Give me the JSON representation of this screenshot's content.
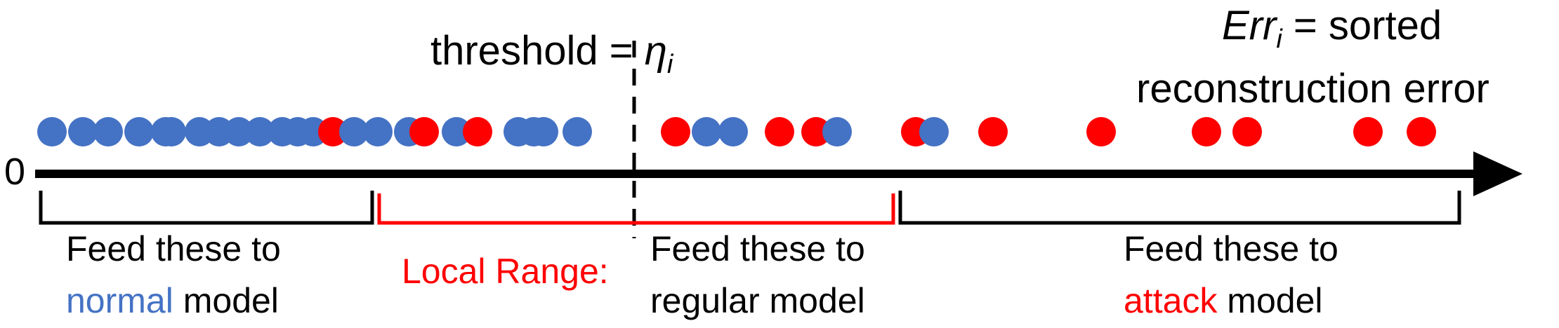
{
  "colors": {
    "normal": "#4472C4",
    "attack": "#FF0000",
    "line": "#000000",
    "local_range": "#FF0000",
    "text": "#000000"
  },
  "labels": {
    "origin": "0",
    "threshold_prefix": "threshold = ",
    "threshold_symbol": "η",
    "threshold_sub": "i",
    "err_symbol": "Err",
    "err_sub": "i",
    "err_line1_rest": " = sorted",
    "err_line2": "reconstruction error",
    "left_line1": "Feed these to",
    "left_line2_colored": "normal",
    "left_line2_rest": " model",
    "local_range": "Local Range:",
    "middle_line1": "Feed these to",
    "middle_line2": "regular model",
    "right_line1": "Feed these to",
    "right_line2_colored": "attack",
    "right_line2_rest": " model"
  },
  "points": [
    {
      "class": "normal",
      "order": 1
    },
    {
      "class": "normal",
      "order": 2
    },
    {
      "class": "normal",
      "order": 3
    },
    {
      "class": "normal",
      "order": 4
    },
    {
      "class": "normal",
      "order": 5
    },
    {
      "class": "normal",
      "order": 6
    },
    {
      "class": "normal",
      "order": 7
    },
    {
      "class": "normal",
      "order": 8
    },
    {
      "class": "normal",
      "order": 9
    },
    {
      "class": "normal",
      "order": 10
    },
    {
      "class": "normal",
      "order": 11
    },
    {
      "class": "normal",
      "order": 12
    },
    {
      "class": "normal",
      "order": 13
    },
    {
      "class": "attack",
      "order": 14
    },
    {
      "class": "normal",
      "order": 15
    },
    {
      "class": "normal",
      "order": 16
    },
    {
      "class": "normal",
      "order": 17
    },
    {
      "class": "attack",
      "order": 18
    },
    {
      "class": "normal",
      "order": 19
    },
    {
      "class": "attack",
      "order": 20
    },
    {
      "class": "normal",
      "order": 21
    },
    {
      "class": "normal",
      "order": 22
    },
    {
      "class": "normal",
      "order": 23
    },
    {
      "class": "normal",
      "order": 24
    },
    {
      "class": "attack",
      "order": 25
    },
    {
      "class": "normal",
      "order": 26
    },
    {
      "class": "normal",
      "order": 27
    },
    {
      "class": "attack",
      "order": 28
    },
    {
      "class": "attack",
      "order": 29
    },
    {
      "class": "normal",
      "order": 30
    },
    {
      "class": "attack",
      "order": 31
    },
    {
      "class": "normal",
      "order": 32
    },
    {
      "class": "attack",
      "order": 33
    },
    {
      "class": "attack",
      "order": 34
    },
    {
      "class": "attack",
      "order": 35
    },
    {
      "class": "attack",
      "order": 36
    },
    {
      "class": "attack",
      "order": 37
    },
    {
      "class": "attack",
      "order": 38
    }
  ]
}
